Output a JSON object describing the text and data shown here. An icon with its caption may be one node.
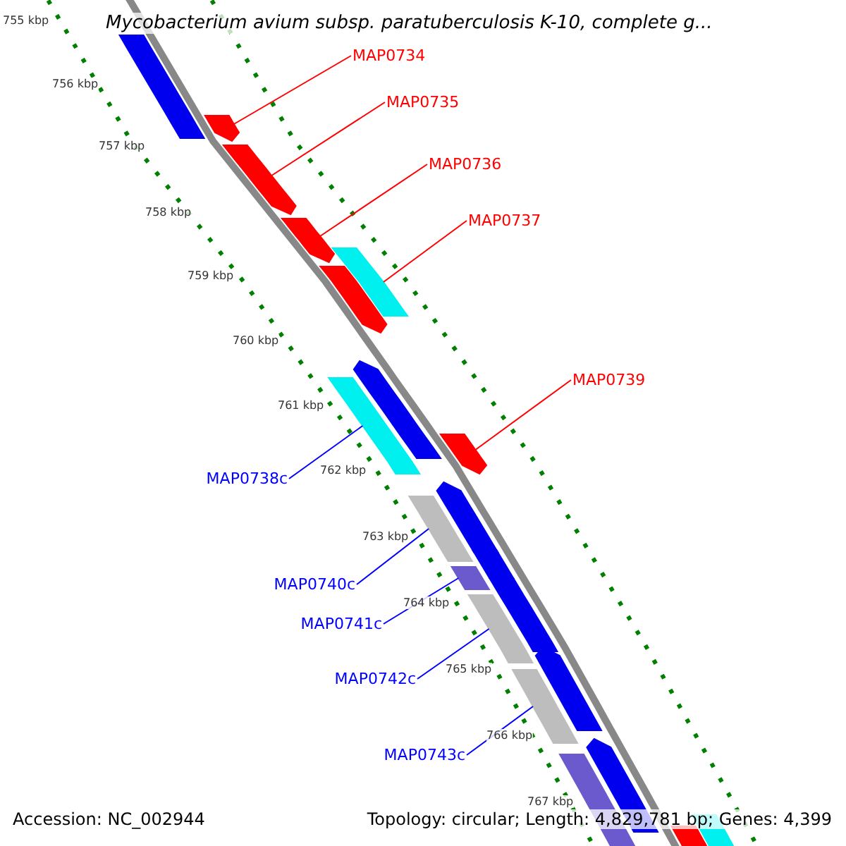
{
  "diagram": {
    "title": "Mycobacterium avium subsp. paratuberculosis K-10, complete g...",
    "nodes": [
      {
        "text": [
          "MAP0734"
        ]
      },
      {
        "text": [
          "MAP0735"
        ]
      },
      {
        "text": [
          "MAP0736"
        ]
      },
      {
        "text": [
          "MAP0737"
        ]
      },
      {
        "text": [
          "MAP0739"
        ]
      },
      {
        "text": [
          "MAP0738c"
        ]
      },
      {
        "text": [
          "MAP0740c"
        ]
      },
      {
        "text": [
          "MAP0741c"
        ]
      },
      {
        "text": [
          "MAP0742c"
        ]
      },
      {
        "text": [
          "MAP0743c"
        ]
      },
      {
        "text": [],
        "shape": "bar"
      },
      {
        "text": [],
        "shape": "bar"
      },
      {
        "text": [],
        "shape": "bar"
      },
      {
        "text": [],
        "shape": "bar"
      },
      {
        "text": [],
        "shape": "bar"
      },
      {
        "text": [],
        "shape": "bar"
      },
      {
        "text": [],
        "shape": "bar"
      },
      {
        "text": [],
        "shape": "bar"
      },
      {
        "text": [],
        "shape": "bar"
      },
      {
        "text": [],
        "shape": "bar"
      },
      {
        "text": [],
        "shape": "bar"
      },
      {
        "text": [],
        "shape": "bar"
      },
      {
        "text": [],
        "shape": "bar"
      },
      {
        "text": [],
        "shape": "bar"
      },
      {
        "text": [],
        "shape": "bar"
      },
      {
        "text": [],
        "shape": "bar"
      },
      {
        "text": [],
        "shape": "bar"
      },
      {
        "text": [],
        "shape": "bar"
      },
      {
        "text": [],
        "shape": "bar"
      },
      {
        "text": [],
        "shape": "bar"
      },
      {
        "text": [],
        "shape": "bar"
      }
    ],
    "edges": [
      {
        "from": 0,
        "to": 10,
        "arrow": "none",
        "color": "#ff0000"
      },
      {
        "from": 1,
        "to": 11,
        "arrow": "none",
        "color": "#ff0000"
      },
      {
        "from": 2,
        "to": 12,
        "arrow": "none",
        "color": "#ff0000"
      },
      {
        "from": 3,
        "to": 13,
        "arrow": "none",
        "color": "#ff0000"
      },
      {
        "from": 4,
        "to": 15,
        "arrow": "none",
        "color": "#ff0000"
      },
      {
        "from": 5,
        "to": 14,
        "arrow": "none",
        "color": "#0000ff"
      },
      {
        "from": 6,
        "to": 16,
        "arrow": "none",
        "color": "#0000ff"
      },
      {
        "from": 7,
        "to": 17,
        "arrow": "none",
        "color": "#0000ff"
      },
      {
        "from": 8,
        "to": 18,
        "arrow": "none",
        "color": "#0000ff"
      },
      {
        "from": 9,
        "to": 19,
        "arrow": "none",
        "color": "#0000ff"
      }
    ],
    "labels": [
      "755 kbp",
      "756 kbp",
      "757 kbp",
      "758 kbp",
      "759 kbp",
      "760 kbp",
      "761 kbp",
      "762 kbp",
      "763 kbp",
      "764 kbp",
      "765 kbp",
      "766 kbp",
      "767 kbp",
      "Accession: NC_002944",
      "Topology: circular; Length: 4,829,781 bp; Genes: 4,399"
    ]
  }
}
